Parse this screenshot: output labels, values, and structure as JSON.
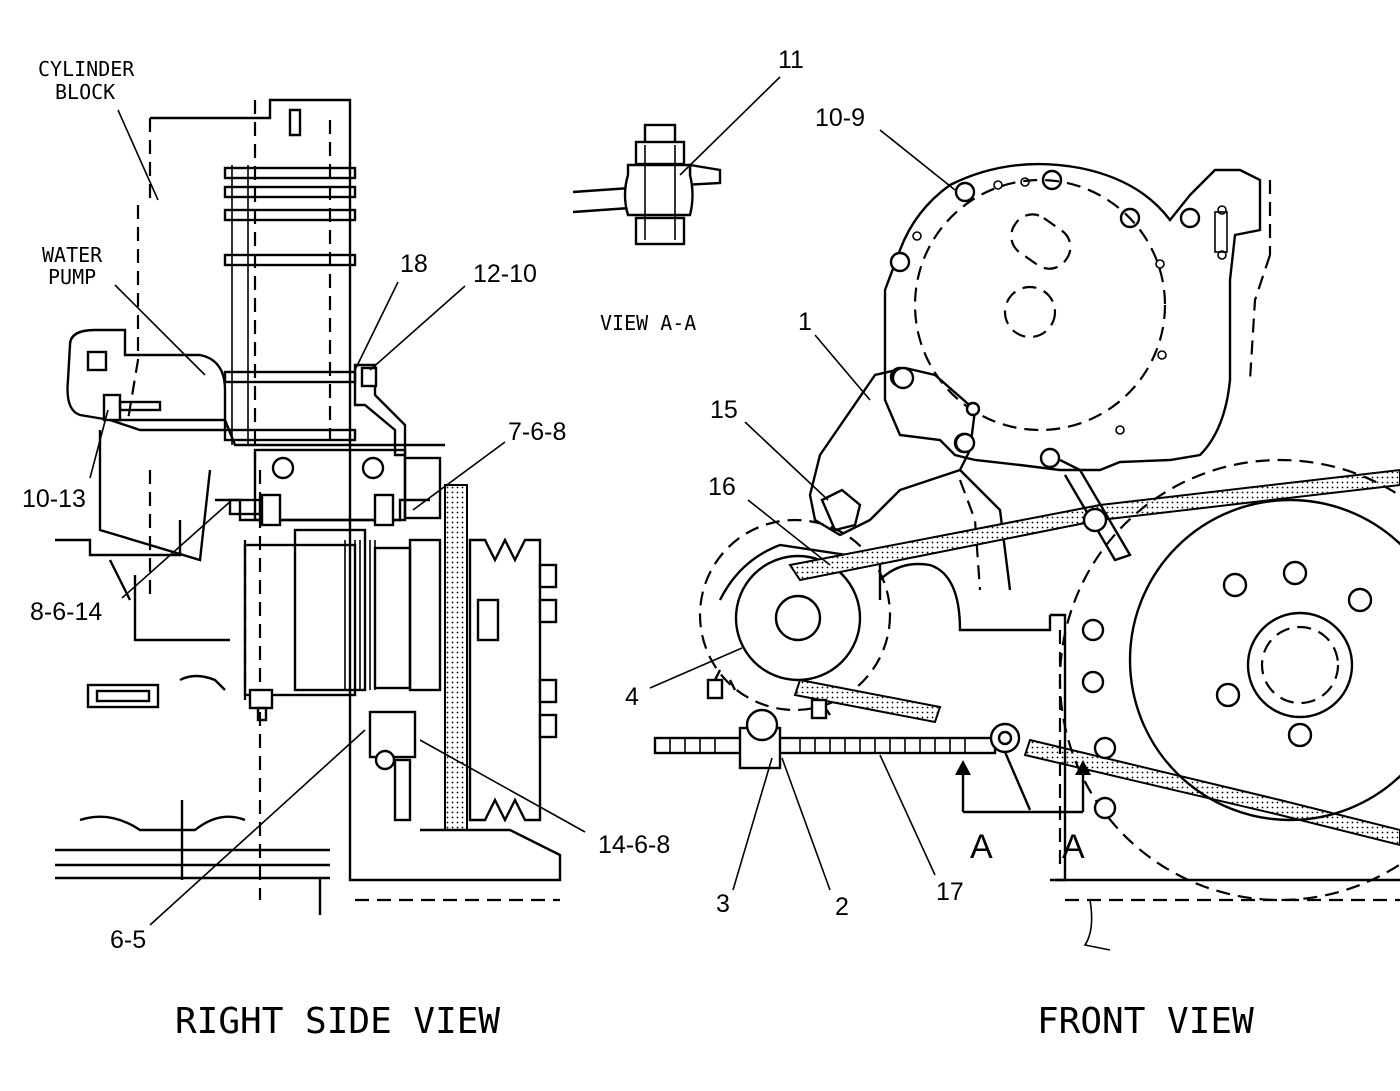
{
  "views": {
    "right_side": "RIGHT SIDE VIEW",
    "front": "FRONT VIEW",
    "section": "VIEW A-A"
  },
  "notes": {
    "cylinder_block": [
      "CYLINDER",
      "BLOCK"
    ],
    "water_pump": [
      "WATER",
      "PUMP"
    ]
  },
  "callouts": {
    "c18": "18",
    "c12_10": "12-10",
    "c7_6_8": "7-6-8",
    "c10_13": "10-13",
    "c8_6_14": "8-6-14",
    "c14_6_8": "14-6-8",
    "c6_5": "6-5",
    "c11": "11",
    "c10_9": "10-9",
    "c1": "1",
    "c15": "15",
    "c16": "16",
    "c4": "4",
    "c3": "3",
    "c2": "2",
    "c17": "17"
  },
  "section_markers": [
    "A",
    "A"
  ]
}
